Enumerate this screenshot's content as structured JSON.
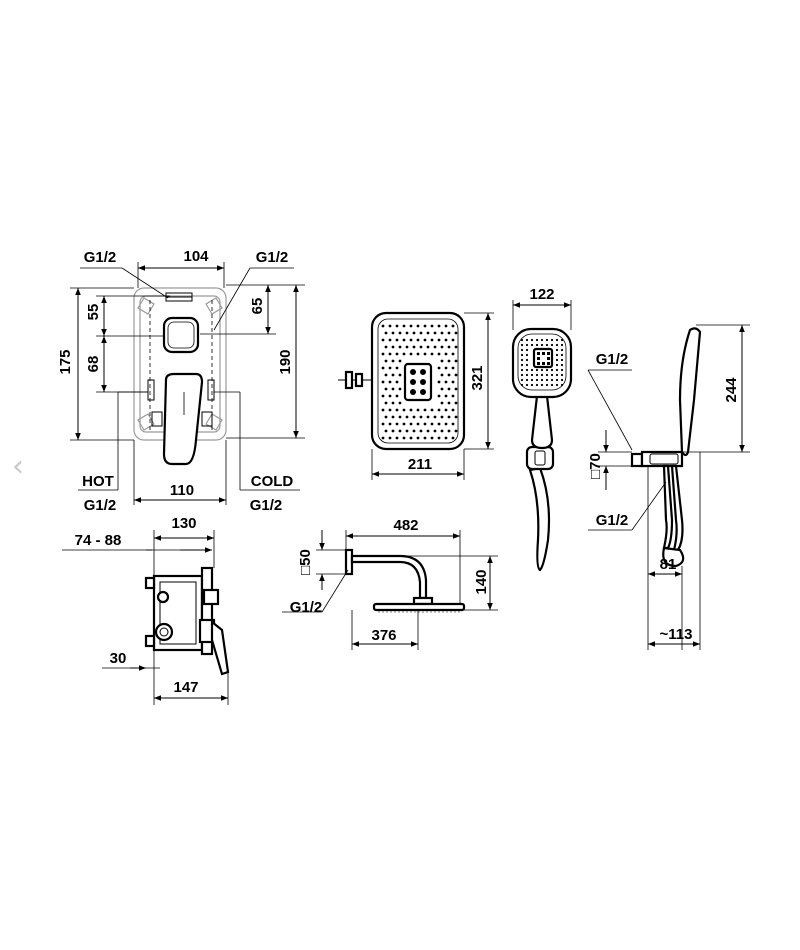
{
  "nav": {
    "prev_icon": "chevron-left-icon"
  },
  "mixer_front": {
    "width_top": "104",
    "inlet_left": "G1/2",
    "inlet_right": "G1/2",
    "dim_55": "55",
    "dim_65": "65",
    "dim_175": "175",
    "dim_68": "68",
    "dim_190": "190",
    "hot_label": "HOT",
    "hot_thread": "G1/2",
    "cold_label": "COLD",
    "cold_thread": "G1/2",
    "width_bottom": "110"
  },
  "mixer_side": {
    "range_depth": "74 - 88",
    "width_130": "130",
    "dim_30": "30",
    "width_147": "147"
  },
  "rain_shower": {
    "height_321": "321",
    "width_211": "211"
  },
  "hand_shower": {
    "width_122": "122"
  },
  "shower_arm": {
    "square_50": "□50",
    "arm_length": "482",
    "height_140": "140",
    "thread": "G1/2",
    "dim_376": "376"
  },
  "wall_outlet": {
    "thread_top": "G1/2",
    "square_70": "□70",
    "thread_bottom": "G1/2",
    "height_244": "244",
    "dim_81": "81",
    "depth_113": "~113"
  }
}
